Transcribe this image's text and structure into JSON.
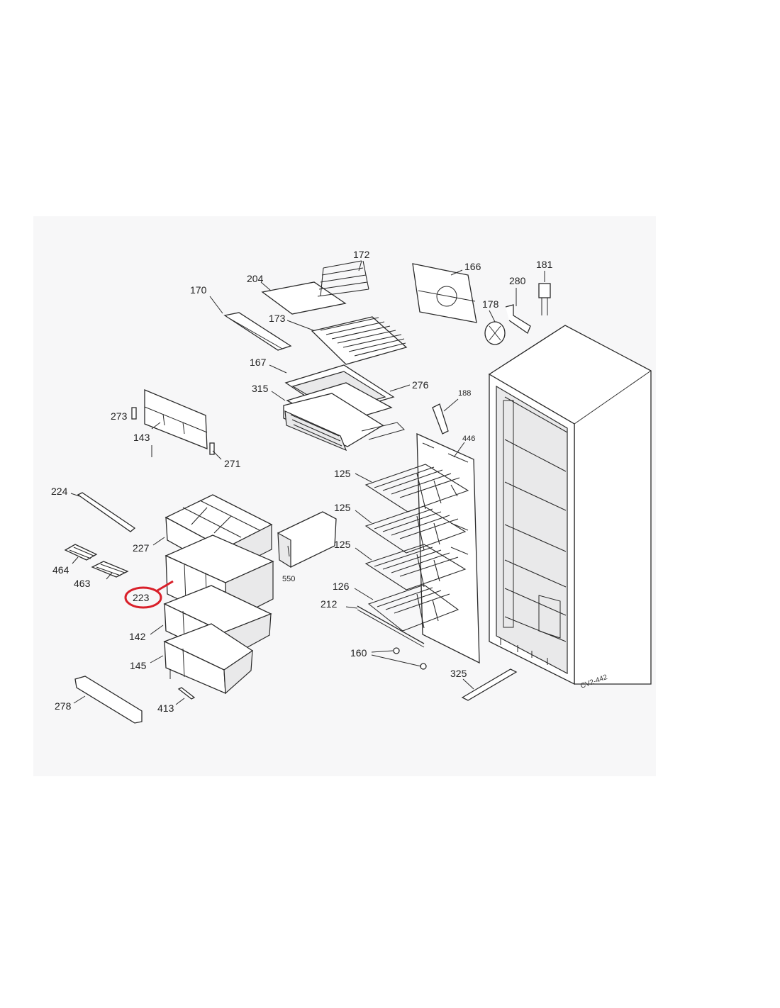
{
  "labels": {
    "l172": "172",
    "l166": "166",
    "l181": "181",
    "l204": "204",
    "l280": "280",
    "l170": "170",
    "l178": "178",
    "l173": "173",
    "l167": "167",
    "l188": "188",
    "l315": "315",
    "l276": "276",
    "l273": "273",
    "l446": "446",
    "l143": "143",
    "l271": "271",
    "l125a": "125",
    "l224": "224",
    "l125b": "125",
    "l227": "227",
    "l125c": "125",
    "l550": "550",
    "l464": "464",
    "l463": "463",
    "l126": "126",
    "l223": "223",
    "l212": "212",
    "l142": "142",
    "l160": "160",
    "l145": "145",
    "l325": "325",
    "l278": "278",
    "l413": "413"
  },
  "drawing_code": "CV2-442",
  "highlight": {
    "part": "223",
    "color": "#d9202a"
  },
  "colors": {
    "panel": "#f7f7f8",
    "line": "#2a2a2a",
    "text": "#222222"
  }
}
